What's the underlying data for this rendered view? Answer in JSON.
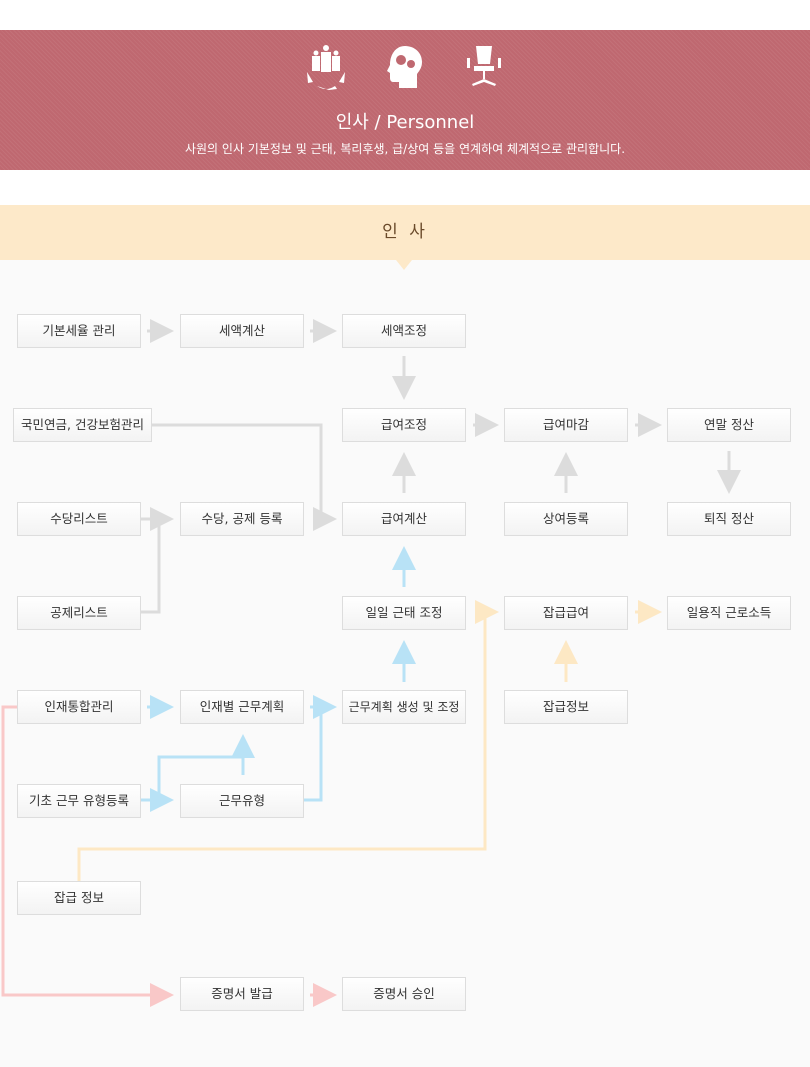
{
  "header": {
    "title": "인사 / Personnel",
    "description": "사원의 인사 기본정보 및 근태, 복리후생, 급/상여 등을 연계하여 체계적으로 관리합니다.",
    "icons": [
      "people-cycle-icon",
      "head-gears-icon",
      "office-chair-icon"
    ]
  },
  "section": {
    "title": "인 사"
  },
  "nodes": {
    "basic_tax": "기본세율 관리",
    "tax_calc": "세액계산",
    "tax_adjust": "세액조정",
    "pension": "국민연금, 건강보험관리",
    "pay_adjust": "급여조정",
    "pay_close": "급여마감",
    "year_end": "연말 정산",
    "allowance_list": "수당리스트",
    "allow_deduct": "수당, 공제 등록",
    "pay_calc": "급여계산",
    "bonus": "상여등록",
    "retire": "퇴직 정산",
    "deduct_list": "공제리스트",
    "daily_attend": "일일 근태 조정",
    "misc_pay": "잡급급여",
    "daily_income": "일용직 근로소득",
    "hr_integrated": "인재통합관리",
    "work_plan": "인재별 근무계획",
    "plan_adjust": "근무계획 생성 및 조정",
    "misc_info": "잡급정보",
    "base_work_type": "기초 근무 유형등록",
    "work_type": "근무유형",
    "misc_info2": "잡급 정보",
    "cert_issue": "증명서 발급",
    "cert_approve": "증명서 승인"
  },
  "colors": {
    "gray": "#dcdcdc",
    "blue": "#b8e2f6",
    "yellow": "#fde8c4",
    "pink": "#f9c8c8",
    "banner": "#bf6870"
  }
}
